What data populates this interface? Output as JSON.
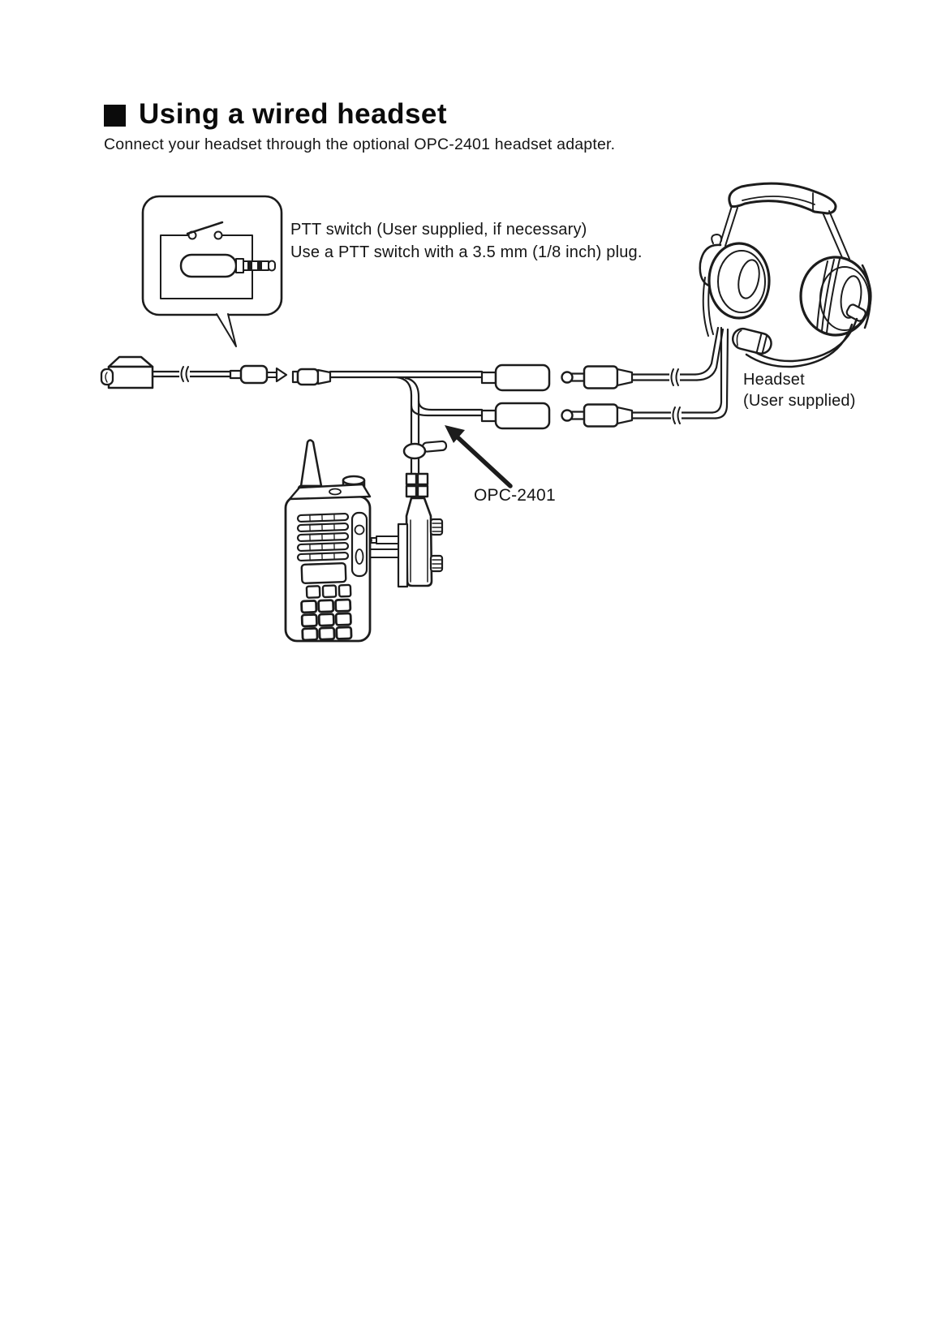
{
  "header": {
    "title": "Using a wired headset",
    "subtitle": "Connect your headset through the optional OPC-2401 headset adapter."
  },
  "diagram": {
    "ptt_note": [
      "PTT switch (User supplied, if necessary)",
      "Use a PTT switch with a 3.5 mm (1/8 inch) plug."
    ],
    "headset_label": [
      "Headset",
      "(User supplied)"
    ],
    "adapter_label": "OPC-2401",
    "illustrations": [
      "ptt-switch-callout",
      "ptt-extension-cable",
      "opc-2401-adapter-cable",
      "adapter-radio-connector",
      "headset-plugs",
      "aviation-headset",
      "handheld-radio",
      "pointer-arrow"
    ],
    "colors": {
      "line": "#1c1c1c",
      "background": "#ffffff",
      "text": "#111111"
    }
  }
}
